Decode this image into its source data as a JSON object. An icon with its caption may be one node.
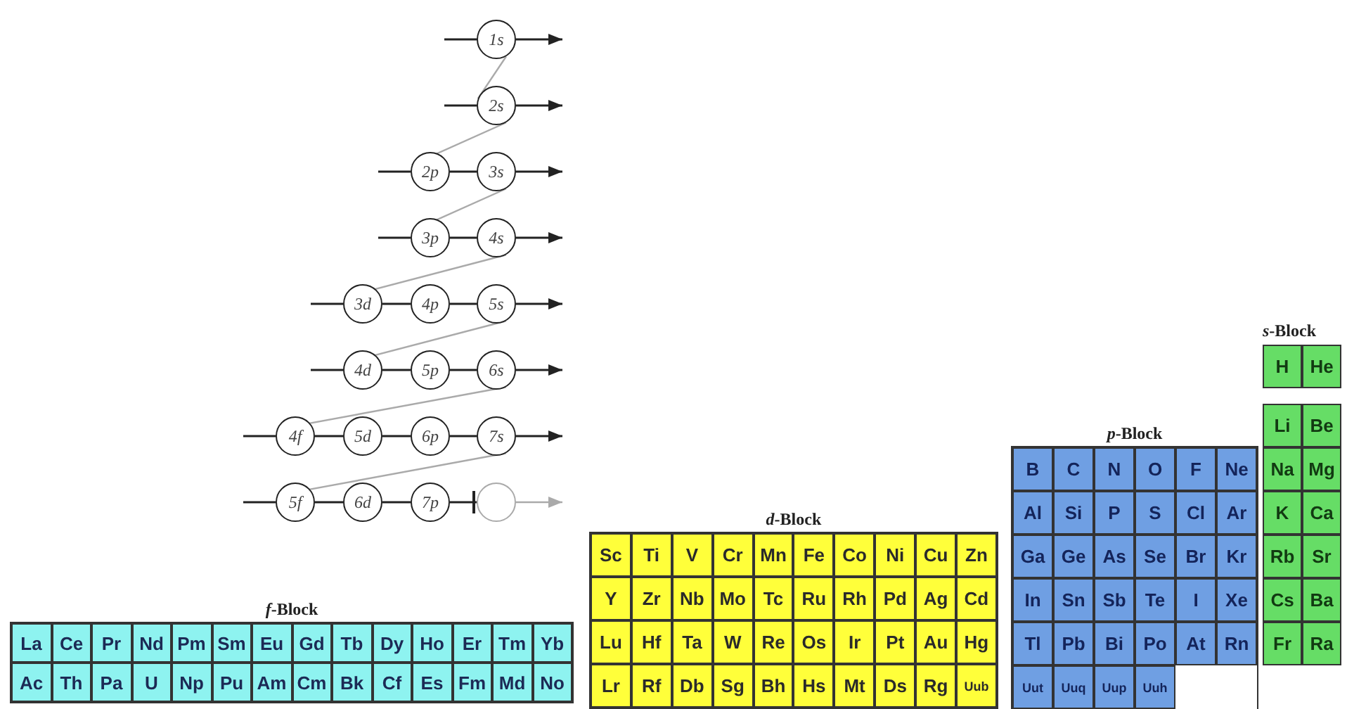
{
  "diagram": {
    "nodes": [
      {
        "text": [
          "1s"
        ]
      },
      {
        "text": [
          "2s"
        ]
      },
      {
        "text": [
          "2p"
        ]
      },
      {
        "text": [
          "3s"
        ]
      },
      {
        "text": [
          "3p"
        ]
      },
      {
        "text": [
          "4s"
        ]
      },
      {
        "text": [
          "3d"
        ]
      },
      {
        "text": [
          "4p"
        ]
      },
      {
        "text": [
          "5s"
        ]
      },
      {
        "text": [
          "4d"
        ]
      },
      {
        "text": [
          "5p"
        ]
      },
      {
        "text": [
          "6s"
        ]
      },
      {
        "text": [
          "4f"
        ]
      },
      {
        "text": [
          "5d"
        ]
      },
      {
        "text": [
          "6p"
        ]
      },
      {
        "text": [
          "7s"
        ]
      },
      {
        "text": [
          "5f"
        ]
      },
      {
        "text": [
          "6d"
        ]
      },
      {
        "text": [
          "7p"
        ]
      },
      {
        "text": [],
        "shape": "circle"
      },
      {
        "text": [
          "*f*-Block"
        ]
      },
      {
        "text": [
          "La"
        ],
        "in": 20
      },
      {
        "text": [
          "Ce"
        ],
        "in": 20
      },
      {
        "text": [
          "Pr"
        ],
        "in": 20
      },
      {
        "text": [
          "Nd"
        ],
        "in": 20
      },
      {
        "text": [
          "Pm"
        ],
        "in": 20
      },
      {
        "text": [
          "Sm"
        ],
        "in": 20
      },
      {
        "text": [
          "Eu"
        ],
        "in": 20
      },
      {
        "text": [
          "Gd"
        ],
        "in": 20
      },
      {
        "text": [
          "Tb"
        ],
        "in": 20
      },
      {
        "text": [
          "Dy"
        ],
        "in": 20
      },
      {
        "text": [
          "Ho"
        ],
        "in": 20
      },
      {
        "text": [
          "Er"
        ],
        "in": 20
      },
      {
        "text": [
          "Tm"
        ],
        "in": 20
      },
      {
        "text": [
          "Yb"
        ],
        "in": 20
      },
      {
        "text": [
          "Ac"
        ],
        "in": 20
      },
      {
        "text": [
          "Th"
        ],
        "in": 20
      },
      {
        "text": [
          "Pa"
        ],
        "in": 20
      },
      {
        "text": [
          "U"
        ],
        "in": 20
      },
      {
        "text": [
          "Np"
        ],
        "in": 20
      },
      {
        "text": [
          "Pu"
        ],
        "in": 20
      },
      {
        "text": [
          "Am"
        ],
        "in": 20
      },
      {
        "text": [
          "Cm"
        ],
        "in": 20
      },
      {
        "text": [
          "Bk"
        ],
        "in": 20
      },
      {
        "text": [
          "Cf"
        ],
        "in": 20
      },
      {
        "text": [
          "Es"
        ],
        "in": 20
      },
      {
        "text": [
          "Fm"
        ],
        "in": 20
      },
      {
        "text": [
          "Md"
        ],
        "in": 20
      },
      {
        "text": [
          "No"
        ],
        "in": 20
      },
      {
        "text": [
          "*d*-Block"
        ]
      },
      {
        "text": [
          "Sc"
        ],
        "in": 49
      },
      {
        "text": [
          "Ti"
        ],
        "in": 49
      },
      {
        "text": [
          "V"
        ],
        "in": 49
      },
      {
        "text": [
          "Cr"
        ],
        "in": 49
      },
      {
        "text": [
          "Mn"
        ],
        "in": 49
      },
      {
        "text": [
          "Fe"
        ],
        "in": 49
      },
      {
        "text": [
          "Co"
        ],
        "in": 49
      },
      {
        "text": [
          "Ni"
        ],
        "in": 49
      },
      {
        "text": [
          "Cu"
        ],
        "in": 49
      },
      {
        "text": [
          "Zn"
        ],
        "in": 49
      },
      {
        "text": [
          "Y"
        ],
        "in": 49
      },
      {
        "text": [
          "Zr"
        ],
        "in": 49
      },
      {
        "text": [
          "Nb"
        ],
        "in": 49
      },
      {
        "text": [
          "Mo"
        ],
        "in": 49
      },
      {
        "text": [
          "Tc"
        ],
        "in": 49
      },
      {
        "text": [
          "Ru"
        ],
        "in": 49
      },
      {
        "text": [
          "Rh"
        ],
        "in": 49
      },
      {
        "text": [
          "Pd"
        ],
        "in": 49
      },
      {
        "text": [
          "Ag"
        ],
        "in": 49
      },
      {
        "text": [
          "Cd"
        ],
        "in": 49
      },
      {
        "text": [
          "Lu"
        ],
        "in": 49
      },
      {
        "text": [
          "Hf"
        ],
        "in": 49
      },
      {
        "text": [
          "Ta"
        ],
        "in": 49
      },
      {
        "text": [
          "W"
        ],
        "in": 49
      },
      {
        "text": [
          "Re"
        ],
        "in": 49
      },
      {
        "text": [
          "Os"
        ],
        "in": 49
      },
      {
        "text": [
          "Ir"
        ],
        "in": 49
      },
      {
        "text": [
          "Pt"
        ],
        "in": 49
      },
      {
        "text": [
          "Au"
        ],
        "in": 49
      },
      {
        "text": [
          "Hg"
        ],
        "in": 49
      },
      {
        "text": [
          "Lr"
        ],
        "in": 49
      },
      {
        "text": [
          "Rf"
        ],
        "in": 49
      },
      {
        "text": [
          "Db"
        ],
        "in": 49
      },
      {
        "text": [
          "Sg"
        ],
        "in": 49
      },
      {
        "text": [
          "Bh"
        ],
        "in": 49
      },
      {
        "text": [
          "Hs"
        ],
        "in": 49
      },
      {
        "text": [
          "Mt"
        ],
        "in": 49
      },
      {
        "text": [
          "Ds"
        ],
        "in": 49
      },
      {
        "text": [
          "Rg"
        ],
        "in": 49
      },
      {
        "text": [
          "Uub"
        ],
        "in": 49
      },
      {
        "text": [
          "*p*-Block"
        ]
      },
      {
        "text": [
          "B"
        ],
        "in": 90
      },
      {
        "text": [
          "C"
        ],
        "in": 90
      },
      {
        "text": [
          "N"
        ],
        "in": 90
      },
      {
        "text": [
          "O"
        ],
        "in": 90
      },
      {
        "text": [
          "F"
        ],
        "in": 90
      },
      {
        "text": [
          "Ne"
        ],
        "in": 90
      },
      {
        "text": [
          "Al"
        ],
        "in": 90
      },
      {
        "text": [
          "Si"
        ],
        "in": 90
      },
      {
        "text": [
          "P"
        ],
        "in": 90
      },
      {
        "text": [
          "S"
        ],
        "in": 90
      },
      {
        "text": [
          "Cl"
        ],
        "in": 90
      },
      {
        "text": [
          "Ar"
        ],
        "in": 90
      },
      {
        "text": [
          "Ga"
        ],
        "in": 90
      },
      {
        "text": [
          "Ge"
        ],
        "in": 90
      },
      {
        "text": [
          "As"
        ],
        "in": 90
      },
      {
        "text": [
          "Se"
        ],
        "in": 90
      },
      {
        "text": [
          "Br"
        ],
        "in": 90
      },
      {
        "text": [
          "Kr"
        ],
        "in": 90
      },
      {
        "text": [
          "In"
        ],
        "in": 90
      },
      {
        "text": [
          "Sn"
        ],
        "in": 90
      },
      {
        "text": [
          "Sb"
        ],
        "in": 90
      },
      {
        "text": [
          "Te"
        ],
        "in": 90
      },
      {
        "text": [
          "I"
        ],
        "in": 90
      },
      {
        "text": [
          "Xe"
        ],
        "in": 90
      },
      {
        "text": [
          "Tl"
        ],
        "in": 90
      },
      {
        "text": [
          "Pb"
        ],
        "in": 90
      },
      {
        "text": [
          "Bi"
        ],
        "in": 90
      },
      {
        "text": [
          "Po"
        ],
        "in": 90
      },
      {
        "text": [
          "At"
        ],
        "in": 90
      },
      {
        "text": [
          "Rn"
        ],
        "in": 90
      },
      {
        "text": [
          "Uut"
        ],
        "in": 90
      },
      {
        "text": [
          "Uuq"
        ],
        "in": 90
      },
      {
        "text": [
          "Uup"
        ],
        "in": 90
      },
      {
        "text": [
          "Uuh"
        ],
        "in": 90
      },
      {
        "text": [
          "*s*-Block"
        ]
      },
      {
        "text": [
          "H"
        ],
        "in": 125
      },
      {
        "text": [
          "He"
        ],
        "in": 125
      },
      {
        "text": [
          "Li"
        ],
        "in": 125
      },
      {
        "text": [
          "Be"
        ],
        "in": 125
      },
      {
        "text": [
          "Na"
        ],
        "in": 125
      },
      {
        "text": [
          "Mg"
        ],
        "in": 125
      },
      {
        "text": [
          "K"
        ],
        "in": 125
      },
      {
        "text": [
          "Ca"
        ],
        "in": 125
      },
      {
        "text": [
          "Rb"
        ],
        "in": 125
      },
      {
        "text": [
          "Sr"
        ],
        "in": 125
      },
      {
        "text": [
          "Cs"
        ],
        "in": 125
      },
      {
        "text": [
          "Ba"
        ],
        "in": 125
      },
      {
        "text": [
          "Fr"
        ],
        "in": 125
      },
      {
        "text": [
          "Ra"
        ],
        "in": 125
      }
    ],
    "edges": [
      {
        "from": null,
        "to": 0,
        "arrow": "none"
      },
      {
        "from": 0,
        "to": null,
        "arrow": "to"
      },
      {
        "from": null,
        "to": 1,
        "arrow": "none"
      },
      {
        "from": 1,
        "to": null,
        "arrow": "to"
      },
      {
        "from": null,
        "to": 2,
        "arrow": "none"
      },
      {
        "from": 2,
        "to": 3,
        "arrow": "none"
      },
      {
        "from": 3,
        "to": null,
        "arrow": "to"
      },
      {
        "from": null,
        "to": 4,
        "arrow": "none"
      },
      {
        "from": 4,
        "to": 5,
        "arrow": "none"
      },
      {
        "from": 5,
        "to": null,
        "arrow": "to"
      },
      {
        "from": null,
        "to": 6,
        "arrow": "none"
      },
      {
        "from": 6,
        "to": 7,
        "arrow": "none"
      },
      {
        "from": 7,
        "to": 8,
        "arrow": "none"
      },
      {
        "from": 8,
        "to": null,
        "arrow": "to"
      },
      {
        "from": null,
        "to": 9,
        "arrow": "none"
      },
      {
        "from": 9,
        "to": 10,
        "arrow": "none"
      },
      {
        "from": 10,
        "to": 11,
        "arrow": "none"
      },
      {
        "from": 11,
        "to": null,
        "arrow": "to"
      },
      {
        "from": null,
        "to": 12,
        "arrow": "none"
      },
      {
        "from": 12,
        "to": 13,
        "arrow": "none"
      },
      {
        "from": 13,
        "to": 14,
        "arrow": "none"
      },
      {
        "from": 14,
        "to": 15,
        "arrow": "none"
      },
      {
        "from": 15,
        "to": null,
        "arrow": "to"
      },
      {
        "from": null,
        "to": 16,
        "arrow": "none"
      },
      {
        "from": 16,
        "to": 17,
        "arrow": "none"
      },
      {
        "from": 17,
        "to": 18,
        "arrow": "none"
      },
      {
        "from": 18,
        "to": 19,
        "arrow": "other"
      },
      {
        "from": 19,
        "to": null,
        "arrow": "to",
        "color": "#aaaaaa"
      },
      {
        "from": 0,
        "to": 1,
        "arrow": "none",
        "color": "#aaaaaa"
      },
      {
        "from": 1,
        "to": 2,
        "arrow": "none",
        "color": "#aaaaaa"
      },
      {
        "from": 3,
        "to": 4,
        "arrow": "none",
        "color": "#aaaaaa"
      },
      {
        "from": 5,
        "to": 6,
        "arrow": "none",
        "color": "#aaaaaa"
      },
      {
        "from": 8,
        "to": 9,
        "arrow": "none",
        "color": "#aaaaaa"
      },
      {
        "from": 11,
        "to": 12,
        "arrow": "none",
        "color": "#aaaaaa"
      },
      {
        "from": 15,
        "to": 16,
        "arrow": "none",
        "color": "#aaaaaa"
      }
    ]
  }
}
